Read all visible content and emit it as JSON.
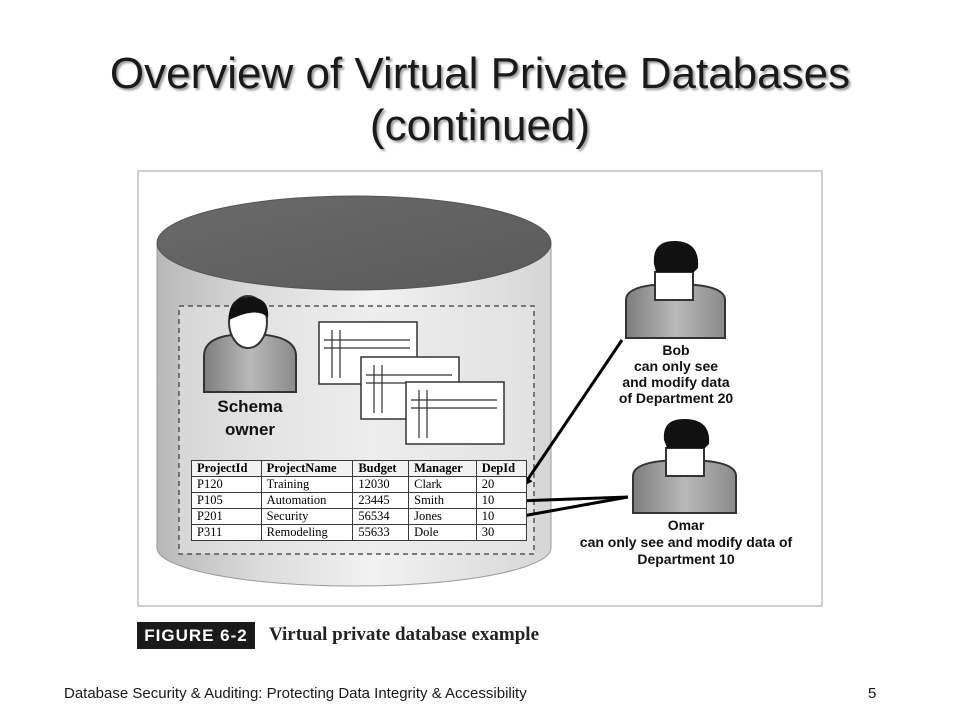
{
  "title": {
    "line1": "Overview of Virtual Private Databases",
    "line2": "(continued)"
  },
  "figure": {
    "schema_owner": {
      "line1": "Schema",
      "line2": "owner"
    },
    "bob": {
      "name": "Bob",
      "line1": "can only see",
      "line2": "and modify data",
      "line3": "of Department 20"
    },
    "omar": {
      "name": "Omar",
      "line1": "can only see and modify data of",
      "line2": "Department 10"
    },
    "table": {
      "headers": [
        "ProjectId",
        "ProjectName",
        "Budget",
        "Manager",
        "DepId"
      ],
      "rows": [
        [
          "P120",
          "Training",
          "12030",
          "Clark",
          "20"
        ],
        [
          "P105",
          "Automation",
          "23445",
          "Smith",
          "10"
        ],
        [
          "P201",
          "Security",
          "56534",
          "Jones",
          "10"
        ],
        [
          "P311",
          "Remodeling",
          "55633",
          "Dole",
          "30"
        ]
      ]
    },
    "caption_tag": "FIGURE 6-2",
    "caption_text": "Virtual private database example"
  },
  "footer": {
    "text": "Database Security & Auditing: Protecting Data Integrity & Accessibility",
    "page": "5"
  }
}
